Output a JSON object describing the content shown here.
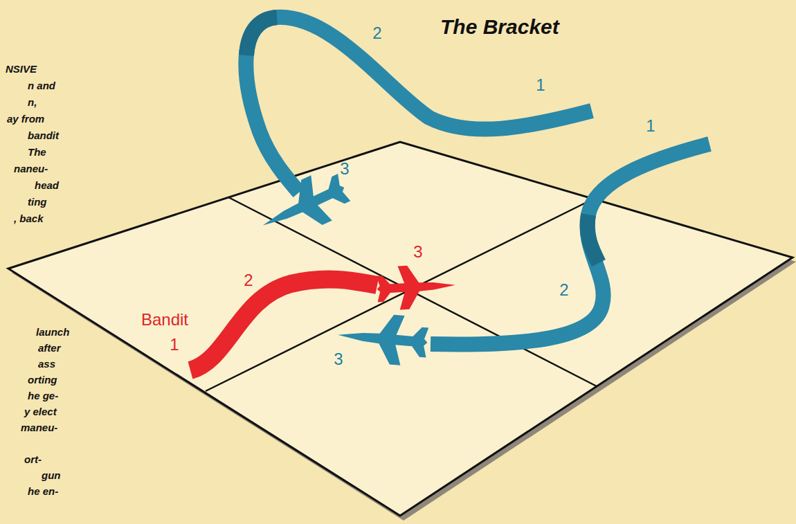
{
  "diagram": {
    "title": "The Bracket",
    "labels": [
      "2",
      "1",
      "1",
      "3",
      "2",
      "3",
      "Bandit",
      "1",
      "2",
      "3",
      "NSIVE",
      "n and",
      "n,",
      "ay from",
      "bandit",
      "The",
      "naneu-",
      "head",
      "ting",
      ", back",
      "launch",
      "after",
      "ass",
      "orting",
      "he ge-",
      "y elect",
      "maneu-",
      "ort-",
      "gun",
      "he en-"
    ]
  }
}
